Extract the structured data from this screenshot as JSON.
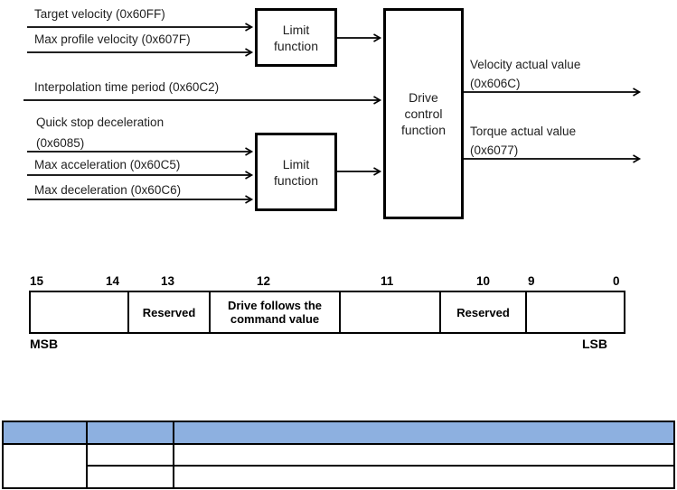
{
  "diagram": {
    "inputs": {
      "target_velocity": "Target velocity (0x60FF)",
      "max_profile_velocity": "Max profile velocity (0x607F)",
      "interpolation_time_period": "Interpolation time period (0x60C2)",
      "quick_stop_deceleration": "Quick stop deceleration\n(0x6085)",
      "max_acceleration": "Max acceleration (0x60C5)",
      "max_deceleration": "Max deceleration (0x60C6)"
    },
    "blocks": {
      "limit_function_top": "Limit\nfunction",
      "limit_function_bottom": "Limit\nfunction",
      "drive_control_function": "Drive\ncontrol\nfunction"
    },
    "outputs": {
      "velocity_actual_value": "Velocity actual value\n(0x606C)",
      "torque_actual_value": "Torque actual value\n(0x6077)"
    }
  },
  "bit_field": {
    "bit_numbers": [
      "15",
      "14",
      "13",
      "12",
      "11",
      "10",
      "9",
      "0"
    ],
    "cells": [
      "",
      "Reserved",
      "Drive follows the\ncommand value",
      "",
      "Reserved",
      ""
    ],
    "msb": "MSB",
    "lsb": "LSB"
  },
  "bottom_table": {
    "header_color": "#8db0e0",
    "header_cells": [
      "",
      "",
      ""
    ],
    "rows": [
      [
        "",
        "",
        ""
      ],
      [
        "",
        "",
        ""
      ]
    ]
  }
}
